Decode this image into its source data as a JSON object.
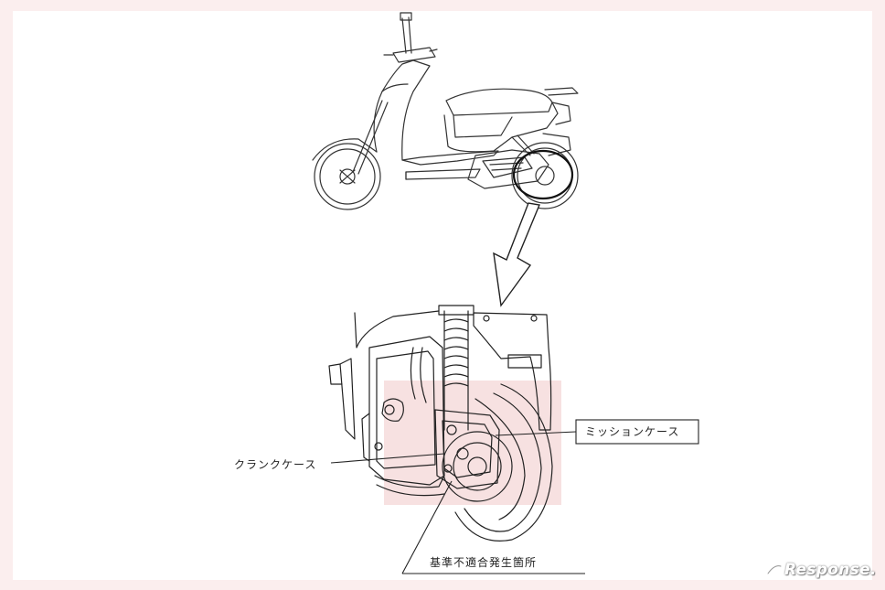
{
  "labels": {
    "mission_case": "ミッションケース",
    "crank_case": "クランクケース",
    "defect_location": "基準不適合発生箇所"
  },
  "watermark": {
    "text": "Response."
  },
  "colors": {
    "background": "#fbeeee",
    "highlight": "#f6dcdc",
    "line": "#222222"
  },
  "icons": {
    "scooter_overview": "scooter-side-view-drawing",
    "detail_view": "rear-wheel-engine-closeup-drawing",
    "pointer_arrow": "down-arrow-icon",
    "watermark_logo": "response-logo-icon"
  }
}
